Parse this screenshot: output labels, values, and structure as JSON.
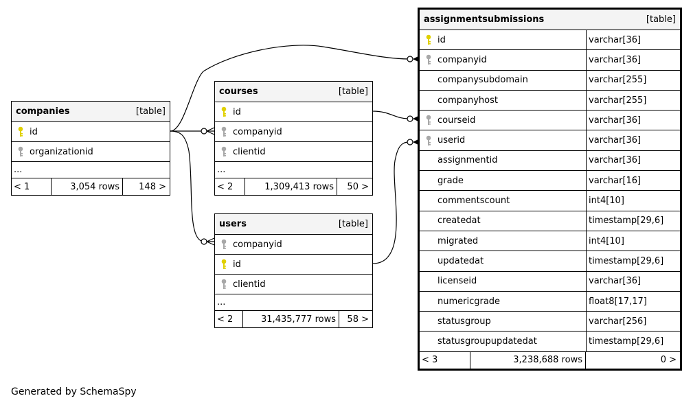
{
  "tables": {
    "companies": {
      "name": "companies",
      "kind": "[table]",
      "columns": [
        {
          "name": "id",
          "key": "primary"
        },
        {
          "name": "organizationid",
          "key": "foreign"
        }
      ],
      "ellipsis": "...",
      "footer": {
        "parents": "< 1",
        "rows": "3,054 rows",
        "children": "148 >"
      }
    },
    "courses": {
      "name": "courses",
      "kind": "[table]",
      "columns": [
        {
          "name": "id",
          "key": "primary"
        },
        {
          "name": "companyid",
          "key": "foreign"
        },
        {
          "name": "clientid",
          "key": "foreign"
        }
      ],
      "ellipsis": "...",
      "footer": {
        "parents": "< 2",
        "rows": "1,309,413 rows",
        "children": "50 >"
      }
    },
    "users": {
      "name": "users",
      "kind": "[table]",
      "columns": [
        {
          "name": "companyid",
          "key": "foreign"
        },
        {
          "name": "id",
          "key": "primary"
        },
        {
          "name": "clientid",
          "key": "foreign"
        }
      ],
      "ellipsis": "...",
      "footer": {
        "parents": "< 2",
        "rows": "31,435,777 rows",
        "children": "58 >"
      }
    },
    "assignmentsubmissions": {
      "name": "assignmentsubmissions",
      "kind": "[table]",
      "columns": [
        {
          "name": "id",
          "type": "varchar[36]",
          "key": "primary"
        },
        {
          "name": "companyid",
          "type": "varchar[36]",
          "key": "foreign"
        },
        {
          "name": "companysubdomain",
          "type": "varchar[255]",
          "key": "none"
        },
        {
          "name": "companyhost",
          "type": "varchar[255]",
          "key": "none"
        },
        {
          "name": "courseid",
          "type": "varchar[36]",
          "key": "foreign"
        },
        {
          "name": "userid",
          "type": "varchar[36]",
          "key": "foreign"
        },
        {
          "name": "assignmentid",
          "type": "varchar[36]",
          "key": "none"
        },
        {
          "name": "grade",
          "type": "varchar[16]",
          "key": "none"
        },
        {
          "name": "commentscount",
          "type": "int4[10]",
          "key": "none"
        },
        {
          "name": "createdat",
          "type": "timestamp[29,6]",
          "key": "none"
        },
        {
          "name": "migrated",
          "type": "int4[10]",
          "key": "none"
        },
        {
          "name": "updatedat",
          "type": "timestamp[29,6]",
          "key": "none"
        },
        {
          "name": "licenseid",
          "type": "varchar[36]",
          "key": "none"
        },
        {
          "name": "numericgrade",
          "type": "float8[17,17]",
          "key": "none"
        },
        {
          "name": "statusgroup",
          "type": "varchar[256]",
          "key": "none"
        },
        {
          "name": "statusgroupupdatedat",
          "type": "timestamp[29,6]",
          "key": "none"
        }
      ],
      "footer": {
        "parents": "< 3",
        "rows": "3,238,688 rows",
        "children": "0 >"
      }
    }
  },
  "relationships": [
    {
      "from": "companies.id",
      "to": "assignmentsubmissions.companyid"
    },
    {
      "from": "companies.id",
      "to": "courses.companyid"
    },
    {
      "from": "companies.id",
      "to": "users.companyid"
    },
    {
      "from": "courses.id",
      "to": "assignmentsubmissions.courseid"
    },
    {
      "from": "users.id",
      "to": "assignmentsubmissions.userid"
    }
  ],
  "colors": {
    "primary_key": "#e0d000",
    "foreign_key": "#a8a8a8",
    "header_bg": "#f4f4f4"
  },
  "footer_text": "Generated by SchemaSpy"
}
